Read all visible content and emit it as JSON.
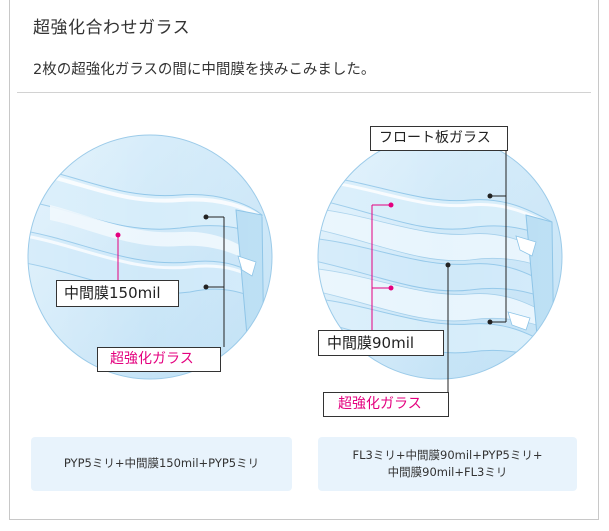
{
  "header": {
    "title": "超強化合わせガラス",
    "subtitle": "2枚の超強化ガラスの間に中間膜を挟みこみました。"
  },
  "left_diagram": {
    "interlayer_label": "中間膜150mil",
    "glass_label": "超強化ガラス",
    "caption": "PYP5ミリ+中間膜150mil+PYP5ミリ"
  },
  "right_diagram": {
    "float_glass_label": "フロート板ガラス",
    "interlayer_label": "中間膜90mil",
    "glass_label": "超強化ガラス",
    "caption_line1": "FL3ミリ+中間膜90mil+PYP5ミリ+",
    "caption_line2": "中間膜90mil+FL3ミリ"
  },
  "colors": {
    "pink_accent": "#e4007f",
    "glass_fill": "#c6e5f8",
    "caption_bg": "#e8f3fc"
  }
}
